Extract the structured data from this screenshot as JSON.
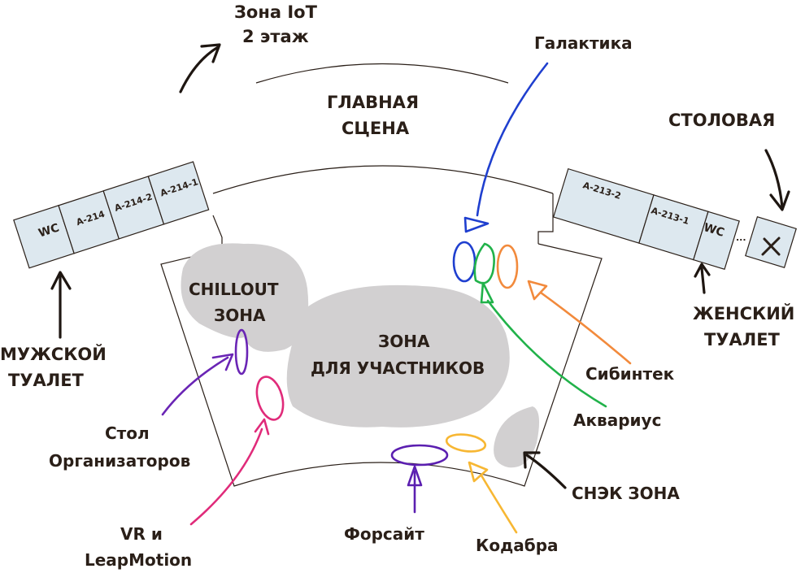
{
  "labels": {
    "iot_zone_line1": "Зона IoT",
    "iot_zone_line2": "2 этаж",
    "main_stage_line1": "ГЛАВНАЯ",
    "main_stage_line2": "СЦЕНА",
    "galaktika": "Галактика",
    "canteen": "СТОЛОВАЯ",
    "womens_toilet_line1": "ЖЕНСКИЙ",
    "womens_toilet_line2": "ТУАЛЕТ",
    "mens_toilet_line1": "МУЖСКОЙ",
    "mens_toilet_line2": "ТУАЛЕТ",
    "chillout_line1": "CHILLOUT",
    "chillout_line2": "ЗОНА",
    "participants_line1": "ЗОНА",
    "participants_line2": "ДЛЯ УЧАСТНИКОВ",
    "sibintek": "Сибинтек",
    "akvarius": "Аквариус",
    "snack_zone": "СНЭК ЗОНА",
    "organizers_line1": "Стол",
    "organizers_line2": "Организаторов",
    "vr_line1": "VR и",
    "vr_line2": "LeapMotion",
    "forsait": "Форсайт",
    "kodabra": "Кодабра"
  },
  "rooms_left": [
    "WC",
    "A-214",
    "A-214-2",
    "A-214-1"
  ],
  "rooms_right": [
    "A-213-2",
    "A-213-1",
    "WC"
  ],
  "canteen_ellipsis": "...",
  "colors": {
    "ink": "#2a1f18",
    "room_fill": "#dde8ef",
    "zone_fill": "#d2d0d1",
    "galaktika": "#1f3fcf",
    "akvarius": "#21b24a",
    "sibintek": "#f28a3c",
    "organizers": "#6a25b5",
    "vr": "#e02b7a",
    "forsait": "#5b1fb0",
    "kodabra": "#f7b733"
  }
}
